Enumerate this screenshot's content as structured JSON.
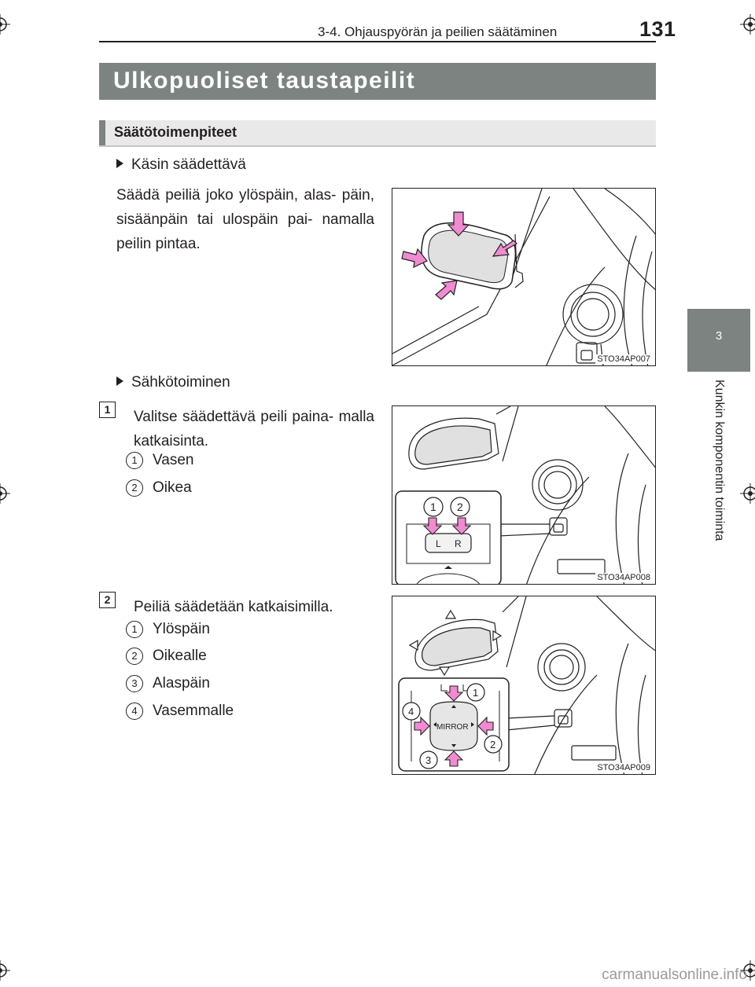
{
  "header": {
    "title": "3-4. Ohjauspyörän ja peilien säätäminen",
    "page_number": "131"
  },
  "section": {
    "title": "Ulkopuoliset taustapeilit"
  },
  "subsection": {
    "title": "Säätötoimenpiteet"
  },
  "side_tab": {
    "number": "3",
    "label": "Kunkin komponentin toiminta"
  },
  "manual": {
    "heading": "Käsin säädettävä",
    "text": "Säädä peiliä joko ylöspäin, alas- päin, sisäänpäin tai ulospäin pai- namalla peilin pintaa.",
    "figure_code": "STO34AP007"
  },
  "electric": {
    "heading": "Sähkötoiminen",
    "step1": {
      "number": "1",
      "text": "Valitse säädettävä peili paina- malla katkaisinta.",
      "items": [
        {
          "num": "1",
          "label": "Vasen"
        },
        {
          "num": "2",
          "label": "Oikea"
        }
      ],
      "figure_code": "STO34AP008",
      "figure_labels": {
        "left": "L",
        "right": "R",
        "c1": "1",
        "c2": "2"
      }
    },
    "step2": {
      "number": "2",
      "text": "Peiliä säädetään katkaisimilla.",
      "items": [
        {
          "num": "1",
          "label": "Ylöspäin"
        },
        {
          "num": "2",
          "label": "Oikealle"
        },
        {
          "num": "3",
          "label": "Alaspäin"
        },
        {
          "num": "4",
          "label": "Vasemmalle"
        }
      ],
      "figure_code": "STO34AP009",
      "figure_labels": {
        "mirror": "MIRROR",
        "c1": "1",
        "c2": "2",
        "c3": "3",
        "c4": "4"
      }
    }
  },
  "footer": {
    "watermark": "carmanualsonline.info"
  },
  "colors": {
    "section_bar": "#7d8381",
    "sub_bar": "#e8e9e8",
    "arrow_pink": "#f08bd0"
  }
}
